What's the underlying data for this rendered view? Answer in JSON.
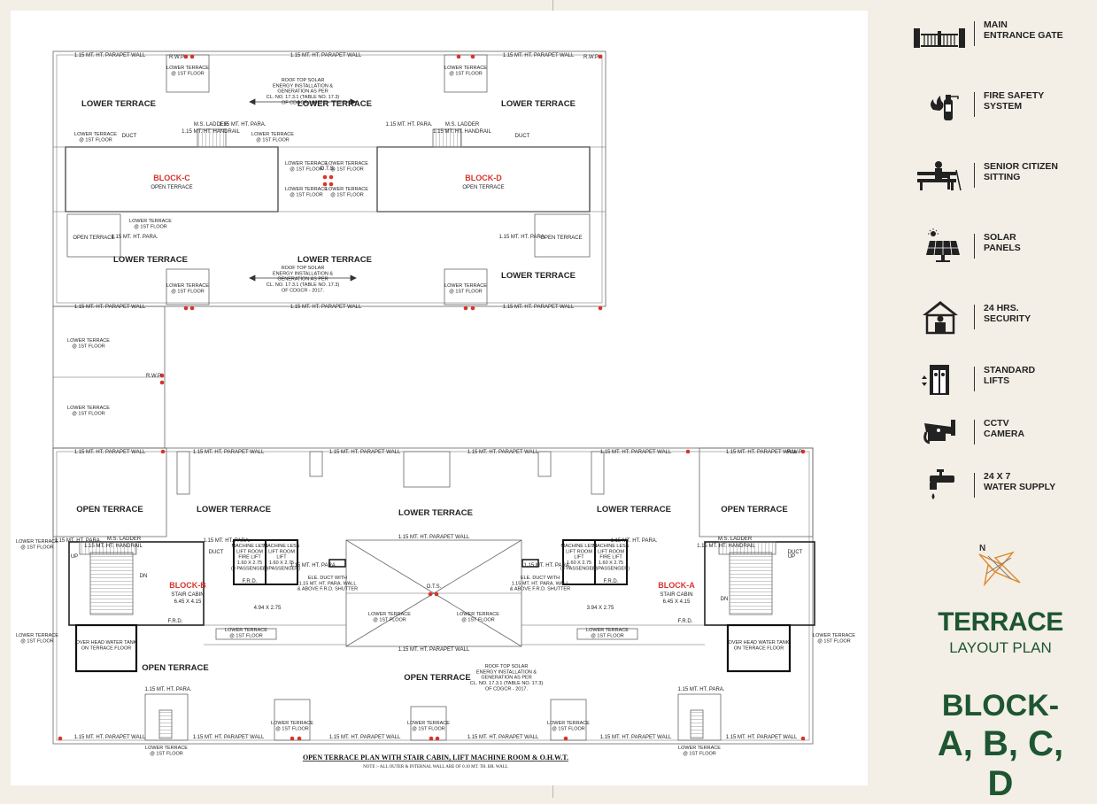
{
  "plan": {
    "footer_title": "OPEN TERRACE PLAN WITH STAIR CABIN, LIFT MACHINE ROOM & O.H.W.T.",
    "footer_note": "NOTE :- ALL OUTER & INTERNAL WALL ARE OF 0.10 MT. TH. BR. WALL",
    "blocks": {
      "c_name": "BLOCK-C",
      "c_sub": "OPEN TERRACE",
      "d_name": "BLOCK-D",
      "d_sub": "OPEN TERRACE",
      "b_name": "BLOCK-B",
      "b_sub1": "STAIR CABIN",
      "b_sub2": "6.45 X 4.15",
      "a_name": "BLOCK-A",
      "a_sub1": "STAIR CABIN",
      "a_sub2": "6.45 X 4.15"
    },
    "labels": {
      "lower_terrace": "LOWER TERRACE",
      "open_terrace": "OPEN TERRACE",
      "parapet": "1.15 MT. HT. PARAPET WALL",
      "para": "1.15 MT. HT. PARA.",
      "rwp": "R.W.P.",
      "otc": "O.T.S.",
      "lower_terrace_1st": "LOWER TERRACE\n@ 1ST FLOOR",
      "solar_note": "ROOF TOP SOLAR\nENERGY INSTALLATION &\nGENERATION AS PER\nCL. NO. 17.3.1 (TABLE NO. 17.3)\nOF CDGCR - 2017.",
      "ms_ladder": "M.S. LADDER",
      "handrail": "1.15 MT. HT. HANDRAIL",
      "dn": "DN",
      "up": "UP",
      "duct": "DUCT",
      "frd": "F.R.D.",
      "dim_b": "4.94 X 2.75",
      "dim_a": "3.94 X 2.75",
      "ohwt": "OVER HEAD WATER TANK\nON TERRACE FLOOR",
      "lift_room1": "MACHINE LESS\nLIFT ROOM\nFIRE LIFT\n1.60 X 2.75\n(8 PASSENGER)",
      "lift_room2": "MACHINE LESS\nLIFT ROOM\nLIFT\n1.60 X 2.75\n(8 PASSENGER)",
      "ele_duct": "ELE. DUCT WITH\n1.15 MT. HT. PARA. WALL\n& ABOVE F.R.D. SHUTTER"
    }
  },
  "legend": {
    "items": [
      {
        "icon": "entrance-gate-icon",
        "label": "MAIN\nENTRANCE GATE"
      },
      {
        "icon": "fire-extinguisher-icon",
        "label": "FIRE SAFETY\nSYSTEM"
      },
      {
        "icon": "bench-icon",
        "label": "SENIOR CITIZEN\nSITTING"
      },
      {
        "icon": "solar-panel-icon",
        "label": "SOLAR\nPANELS"
      },
      {
        "icon": "security-house-icon",
        "label": "24 HRS.\nSECURITY"
      },
      {
        "icon": "lift-icon",
        "label": "STANDARD\nLIFTS"
      },
      {
        "icon": "cctv-camera-icon",
        "label": "CCTV\nCAMERA"
      },
      {
        "icon": "water-tap-icon",
        "label": "24 X 7\nWATER SUPPLY"
      }
    ]
  },
  "compass": {
    "label": "N"
  },
  "title": {
    "line1": "TERRACE",
    "line2": "LAYOUT PLAN",
    "line3": "BLOCK-",
    "line4": "A, B, C, D"
  },
  "colors": {
    "accent_green": "#1d5631",
    "block_red": "#d8342b",
    "background": "#f3efe6",
    "compass_orange": "#e08b2e"
  }
}
